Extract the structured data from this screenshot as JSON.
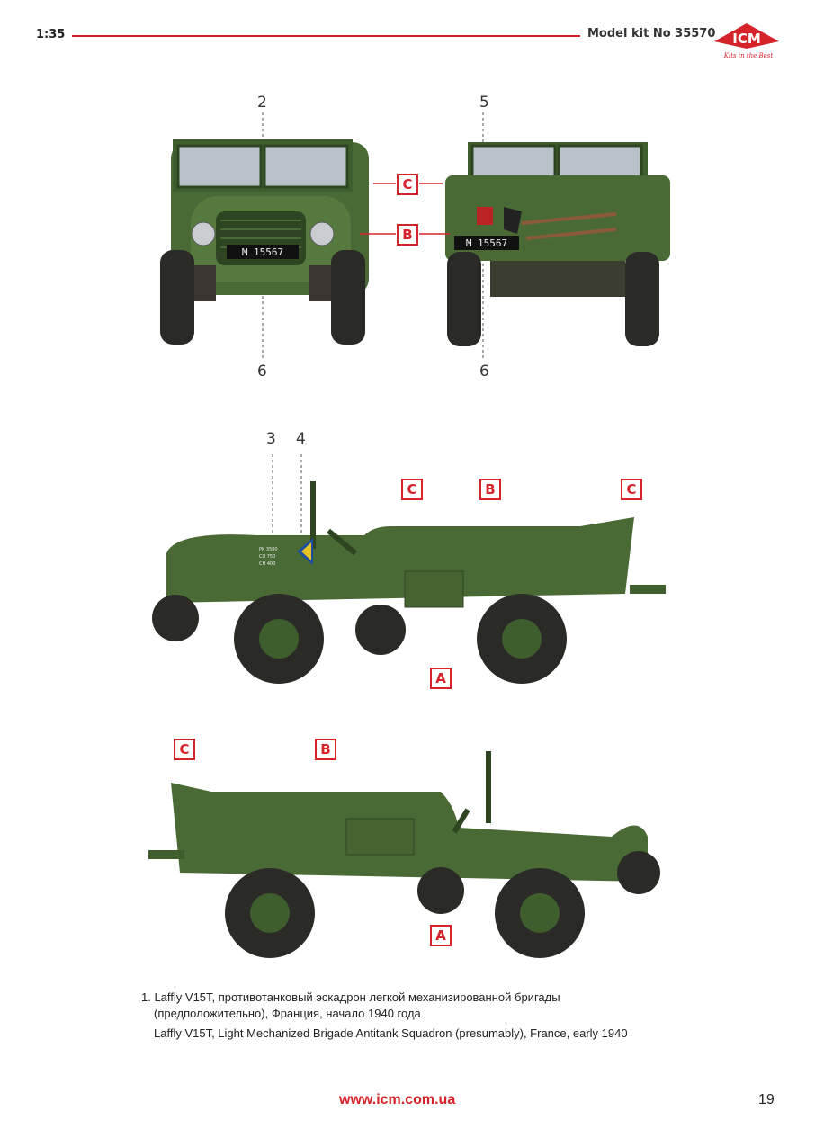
{
  "header": {
    "scale": "1:35",
    "kit_label": "Model kit No 35570",
    "logo_text": "ICM",
    "logo_slogan": "Kits in the Best"
  },
  "views": {
    "front_numbers": [
      "2",
      "6"
    ],
    "rear_numbers": [
      "5",
      "6"
    ],
    "side_numbers": [
      "3",
      "4"
    ],
    "tags": {
      "A": "A",
      "B": "B",
      "C": "C"
    },
    "plate_text": "M 15567",
    "side_markings": [
      "PK 3500",
      "CU 750",
      "CH 400"
    ]
  },
  "caption": {
    "line_ru_1": "1. Laffly V15T, противотанковый эскадрон легкой механизированной бригады",
    "line_ru_2": "(предположительно), Франция, начало 1940 года",
    "line_en": "Laffly V15T, Light Mechanized Brigade Antitank Squadron (presumably), France, early 1940"
  },
  "footer": {
    "url": "www.icm.com.ua",
    "page": "19"
  },
  "colors": {
    "accent": "#d6232a",
    "olive": "#4a6a35",
    "olive_dark": "#2f4522",
    "tire": "#2a2a26"
  }
}
